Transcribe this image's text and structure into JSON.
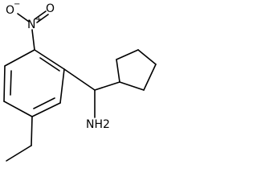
{
  "structure": {
    "nitro_oxygen_minus": "O",
    "minus_sign": "−",
    "nitro_nitrogen": "N",
    "plus_sign": "+",
    "nitro_oxygen_double": "O",
    "amine": "NH2"
  },
  "colors": {
    "bond": "#000000",
    "text": "#000000",
    "background": "#ffffff"
  }
}
